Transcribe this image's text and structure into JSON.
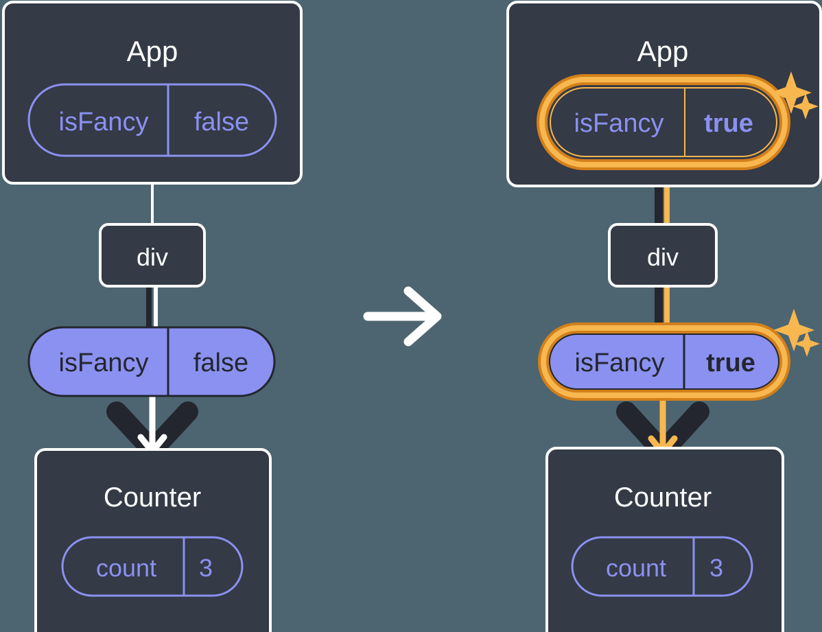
{
  "diagram": {
    "title": "React state update propagation diagram",
    "background_color": "#4C6570",
    "transition_arrow_icon": "right-arrow-icon",
    "colors": {
      "panel_fill": "#343A46",
      "panel_stroke": "#FFFFFF",
      "pill_outline_stroke": "#8B91F0",
      "pill_filled_fill": "#8B91F0",
      "pill_filled_text": "#23262F",
      "highlight_outer": "#D2801B",
      "highlight_inner": "#F8B74F",
      "sparkle": "#F8B74F",
      "connector_dark": "#23262F",
      "connector_white": "#FFFFFF",
      "connector_orange": "#F8B74F",
      "text_light": "#FFFFFF",
      "text_purple": "#8B91F0"
    },
    "panels": [
      {
        "side": "before",
        "app": {
          "title": "App",
          "state_pill": {
            "key": "isFancy",
            "value": "false",
            "style": "outline",
            "highlighted": false
          }
        },
        "div": {
          "label": "div"
        },
        "prop_pill": {
          "key": "isFancy",
          "value": "false",
          "style": "filled",
          "highlighted": false
        },
        "counter": {
          "title": "Counter",
          "state_pill": {
            "key": "count",
            "value": "3",
            "style": "outline",
            "highlighted": false
          }
        },
        "sparkles": false
      },
      {
        "side": "after",
        "app": {
          "title": "App",
          "state_pill": {
            "key": "isFancy",
            "value": "true",
            "style": "outline",
            "highlighted": true
          }
        },
        "div": {
          "label": "div"
        },
        "prop_pill": {
          "key": "isFancy",
          "value": "true",
          "style": "filled",
          "highlighted": true
        },
        "counter": {
          "title": "Counter",
          "state_pill": {
            "key": "count",
            "value": "3",
            "style": "outline",
            "highlighted": false
          }
        },
        "sparkles": true
      }
    ]
  }
}
